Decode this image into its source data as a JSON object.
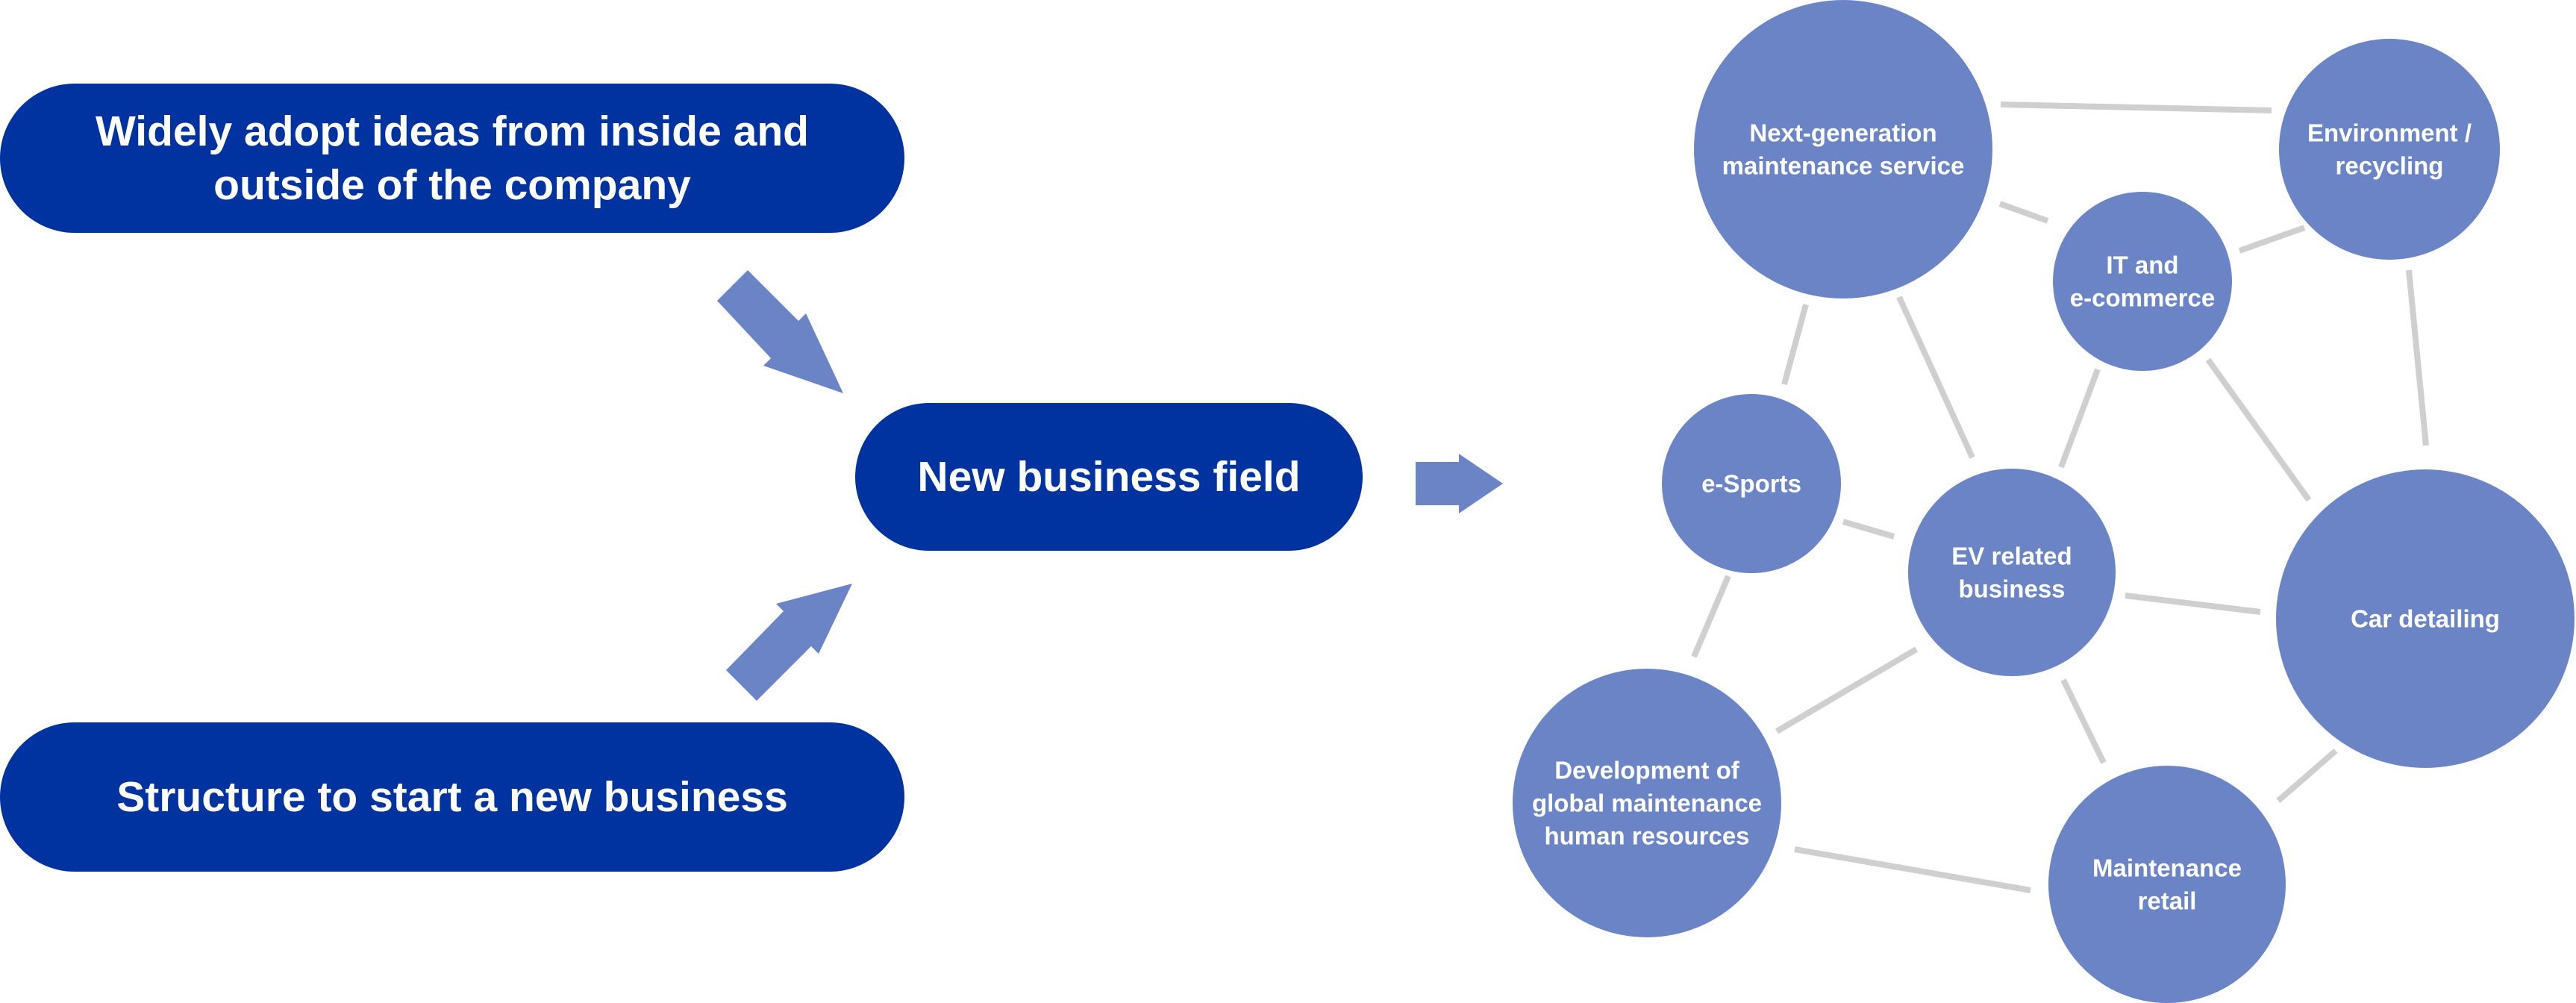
{
  "left_panel": {
    "ideas_pill": {
      "lines": [
        "Widely adopt ideas from inside and",
        "outside of the company"
      ]
    },
    "structure_pill": {
      "label": "Structure to start a new business"
    },
    "field_pill": {
      "label": "New business field"
    }
  },
  "colors": {
    "pill": "#0033a0",
    "bubble": "#6a84c6",
    "arrow": "#6a84c6",
    "connector": "#cfcfcf"
  },
  "network": {
    "nodes": [
      {
        "id": "next-gen",
        "lines": [
          "Next-generation",
          "maintenance service"
        ]
      },
      {
        "id": "environment",
        "lines": [
          "Environment /",
          "recycling"
        ]
      },
      {
        "id": "it-ecommerce",
        "lines": [
          "IT and",
          "e-commerce"
        ]
      },
      {
        "id": "esports",
        "lines": [
          "e-Sports"
        ]
      },
      {
        "id": "ev-related",
        "lines": [
          "EV related",
          "business"
        ]
      },
      {
        "id": "car-detailing",
        "lines": [
          "Car detailing"
        ]
      },
      {
        "id": "global-hr",
        "lines": [
          "Development of",
          "global maintenance",
          "human resources"
        ]
      },
      {
        "id": "maintenance-retail",
        "lines": [
          "Maintenance",
          "retail"
        ]
      }
    ]
  }
}
